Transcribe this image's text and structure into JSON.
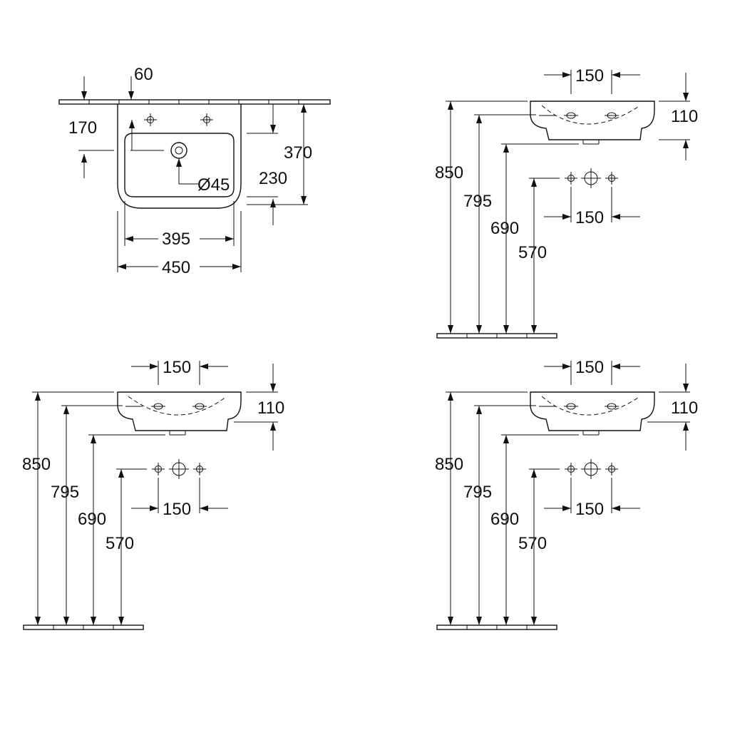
{
  "top_view": {
    "d60": "60",
    "d170": "170",
    "d370": "370",
    "d230": "230",
    "d45": "Ø45",
    "d395": "395",
    "d450": "450"
  },
  "side_views": [
    {
      "d150_top": "150",
      "d110": "110",
      "d850": "850",
      "d795": "795",
      "d690": "690",
      "d570": "570",
      "d150_bottom": "150"
    },
    {
      "d150_top": "150",
      "d110": "110",
      "d850": "850",
      "d795": "795",
      "d690": "690",
      "d570": "570",
      "d150_bottom": "150"
    },
    {
      "d150_top": "150",
      "d110": "110",
      "d850": "850",
      "d795": "795",
      "d690": "690",
      "d570": "570",
      "d150_bottom": "150"
    }
  ]
}
